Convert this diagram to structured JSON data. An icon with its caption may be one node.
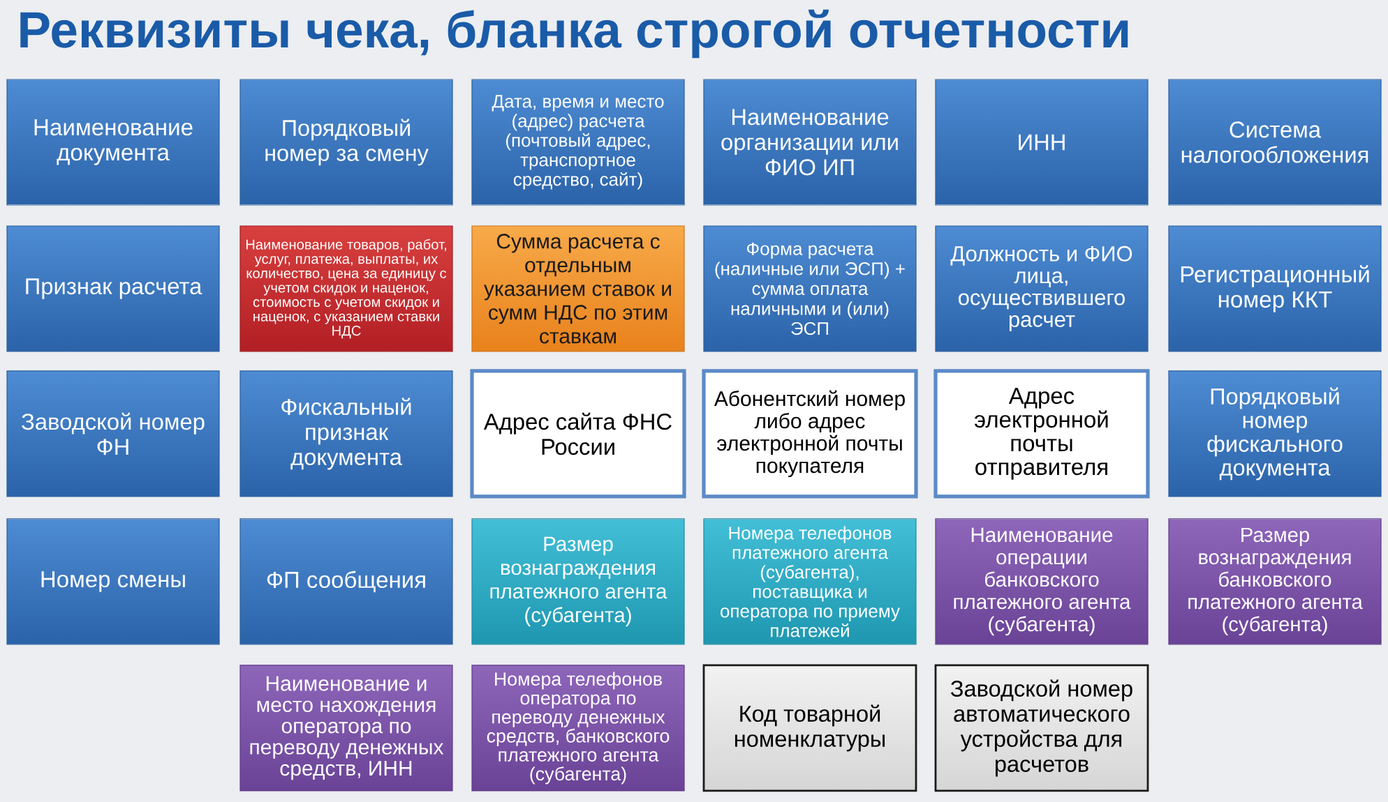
{
  "diagram": {
    "title": "Реквизиты чека, бланка строгой отчетности",
    "nodes": [
      {
        "text": [
          "Наименование документа"
        ]
      },
      {
        "text": [
          "Порядковый номер за смену"
        ]
      },
      {
        "text": [
          "Дата, время и место (адрес) расчета (почтовый адрес, транспортное средство, сайт)"
        ]
      },
      {
        "text": [
          "Наименование организации или ФИО ИП"
        ]
      },
      {
        "text": [
          "ИНН"
        ]
      },
      {
        "text": [
          "Система налогообложения"
        ]
      },
      {
        "text": [
          "Признак расчета"
        ]
      },
      {
        "text": [
          "Наименование товаров, работ, услуг, платежа, выплаты, их количество, цена за единицу с учетом скидок и наценок, стоимость с учетом скидок и наценок, с указанием ставки НДС"
        ]
      },
      {
        "text": [
          "Сумма расчета с отдельным указанием ставок и сумм НДС по этим ставкам"
        ]
      },
      {
        "text": [
          "Форма расчета (наличные или ЭСП) + сумма оплата наличными и (или) ЭСП"
        ]
      },
      {
        "text": [
          "Должность и ФИО лица, осуществившего расчет"
        ]
      },
      {
        "text": [
          "Регистрационный номер ККТ"
        ]
      },
      {
        "text": [
          "Заводской номер ФН"
        ]
      },
      {
        "text": [
          "Фискальный признак документа"
        ]
      },
      {
        "text": [
          "Адрес сайта ФНС России"
        ]
      },
      {
        "text": [
          "Абонентский номер либо адрес электронной почты покупателя"
        ]
      },
      {
        "text": [
          "Адрес электронной почты отправителя"
        ]
      },
      {
        "text": [
          "Порядковый номер фискального документа"
        ]
      },
      {
        "text": [
          "Номер смены"
        ]
      },
      {
        "text": [
          "ФП сообщения"
        ]
      },
      {
        "text": [
          "Размер вознаграждения платежного агента (субагента)"
        ]
      },
      {
        "text": [
          "Номера телефонов платежного агента (субагента), поставщика и оператора по приему платежей"
        ]
      },
      {
        "text": [
          "Наименование операции банковского платежного агента (субагента)"
        ]
      },
      {
        "text": [
          "Размер вознаграждения банковского платежного агента (субагента)"
        ]
      },
      {
        "text": [
          "Наименование и место нахождения оператора по переводу денежных средств, ИНН"
        ]
      },
      {
        "text": [
          "Номера телефонов оператора по переводу денежных средств, банковского платежного агента (субагента)"
        ]
      },
      {
        "text": [
          "Код товарной номенклатуры"
        ]
      },
      {
        "text": [
          "Заводской номер автоматического устройства для расчетов"
        ]
      }
    ]
  }
}
